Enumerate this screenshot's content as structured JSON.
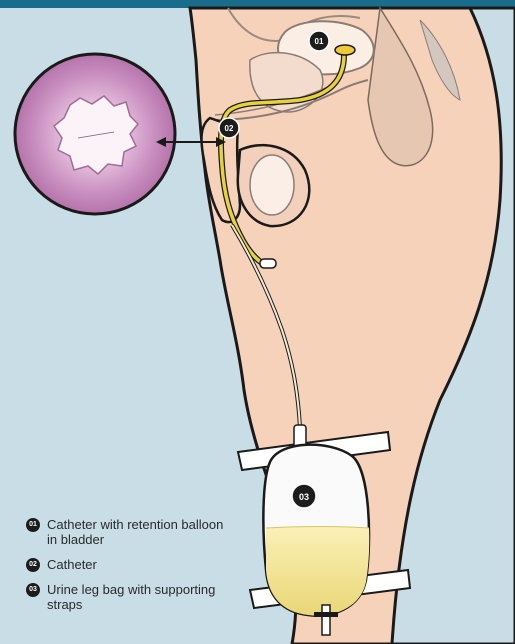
{
  "legend": [
    {
      "number": "01",
      "text": "Catheter with retention balloon in bladder"
    },
    {
      "number": "02",
      "text": "Catheter"
    },
    {
      "number": "03",
      "text": "Urine leg bag with supporting straps"
    }
  ],
  "markers": {
    "m1": "01",
    "m2": "02",
    "m3": "03"
  },
  "colors": {
    "background": "#c9dde6",
    "header_bar": "#1a6c8c",
    "skin": "#f7d2bb",
    "catheter": "#e8d23a",
    "urine": "#f3e39a",
    "strap": "#ffffff",
    "micrograph": "#d9a7cf"
  },
  "icons": [
    "double-arrow-icon"
  ]
}
